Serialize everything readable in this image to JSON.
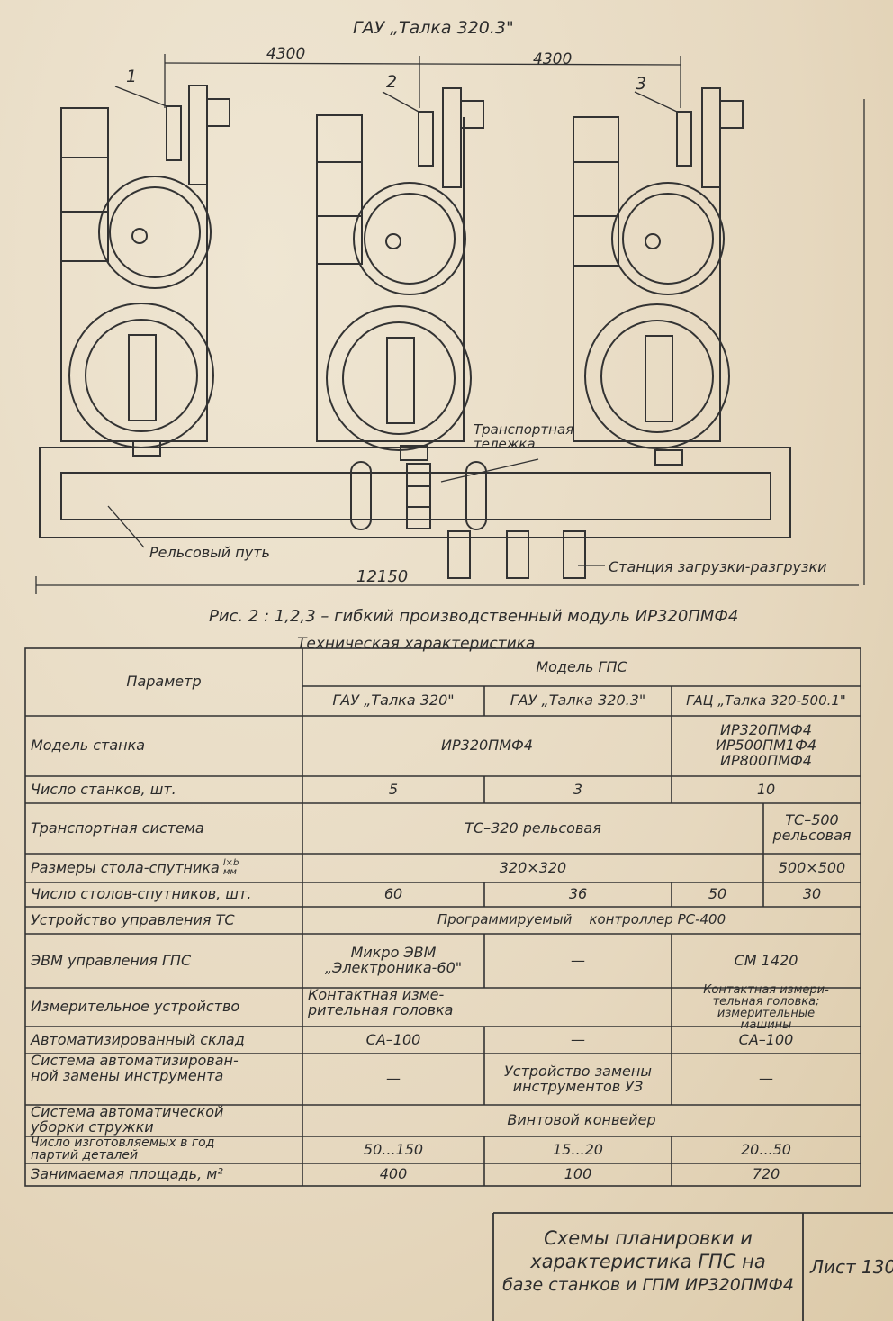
{
  "drawing": {
    "title": "ГАУ „Талка 320.3\"",
    "dim_left": "4300",
    "dim_right": "4300",
    "dim_total": "12150",
    "callouts": [
      "1",
      "2",
      "3"
    ],
    "label_transport_cart": "Транспортная тележка",
    "label_rail": "Рельсовый путь",
    "label_station": "Станция загрузки-разгрузки",
    "caption": "Рис. 2 : 1,2,3 – гибкий производственный модуль ИР320ПМФ4"
  },
  "table": {
    "title": "Техническая характеристика",
    "header_parameter": "Параметр",
    "header_model_gps": "Модель ГПС",
    "models": [
      "ГАУ „Талка 320\"",
      "ГАУ „Талка 320.3\"",
      "ГАЦ „Талка 320-500.1\""
    ],
    "rows": {
      "machine_model": {
        "label": "Модель станка",
        "common": "ИР320ПМФ4",
        "m3": [
          "ИР320ПМФ4",
          "ИР500ПМ1Ф4",
          "ИР800ПМФ4"
        ]
      },
      "machine_count": {
        "label": "Число станков, шт.",
        "values": [
          "5",
          "3",
          "10"
        ]
      },
      "transport": {
        "label": "Транспортная система",
        "common": "ТС–320 рельсовая",
        "last": [
          "ТС–500",
          "рельсовая"
        ]
      },
      "table_size": {
        "label": "Размеры стола-спутника",
        "unit_top": "l×b",
        "unit_bottom": "мм",
        "common": "320×320",
        "last": "500×500"
      },
      "table_count": {
        "label": "Число столов-спутников, шт.",
        "values": [
          "60",
          "36",
          "50",
          "30"
        ]
      },
      "control_device": {
        "label": "Устройство управления ТС",
        "value": "Программируемый    контроллер РС-400"
      },
      "computer": {
        "label": "ЭВМ управления ГПС",
        "values": [
          [
            "Микро ЭВМ",
            "„Электроника-60\""
          ],
          "—",
          "СМ 1420"
        ]
      },
      "measuring": {
        "label": "Измерительное устройство",
        "values": [
          [
            "Контактная изме-",
            "рительная головка"
          ],
          [
            "Контактная измери-",
            "тельная головка;",
            "измерительные",
            "машины"
          ]
        ]
      },
      "warehouse": {
        "label": "Автоматизированный склад",
        "values": [
          "СА–100",
          "—",
          "СА–100"
        ]
      },
      "tool_change": {
        "label": [
          "Система автоматизирован-",
          "ной замены инструмента"
        ],
        "values": [
          "—",
          [
            "Устройство замены",
            "инструментов УЗ"
          ],
          "—"
        ]
      },
      "chip_removal": {
        "label": [
          "Система автоматической",
          "уборки стружки"
        ],
        "value": "Винтовой конвейер"
      },
      "batches": {
        "label": [
          "Число изготовляемых в год",
          "партий деталей"
        ],
        "values": [
          "50...150",
          "15...20",
          "20...50"
        ]
      },
      "area": {
        "label": "Занимаемая площадь, м²",
        "values": [
          "400",
          "100",
          "720"
        ]
      }
    }
  },
  "title_block": {
    "lines": [
      "Схемы планировки и",
      "характеристика ГПС на",
      "базе станков и ГПМ ИР320ПМФ4"
    ],
    "sheet": "Лист 130"
  }
}
